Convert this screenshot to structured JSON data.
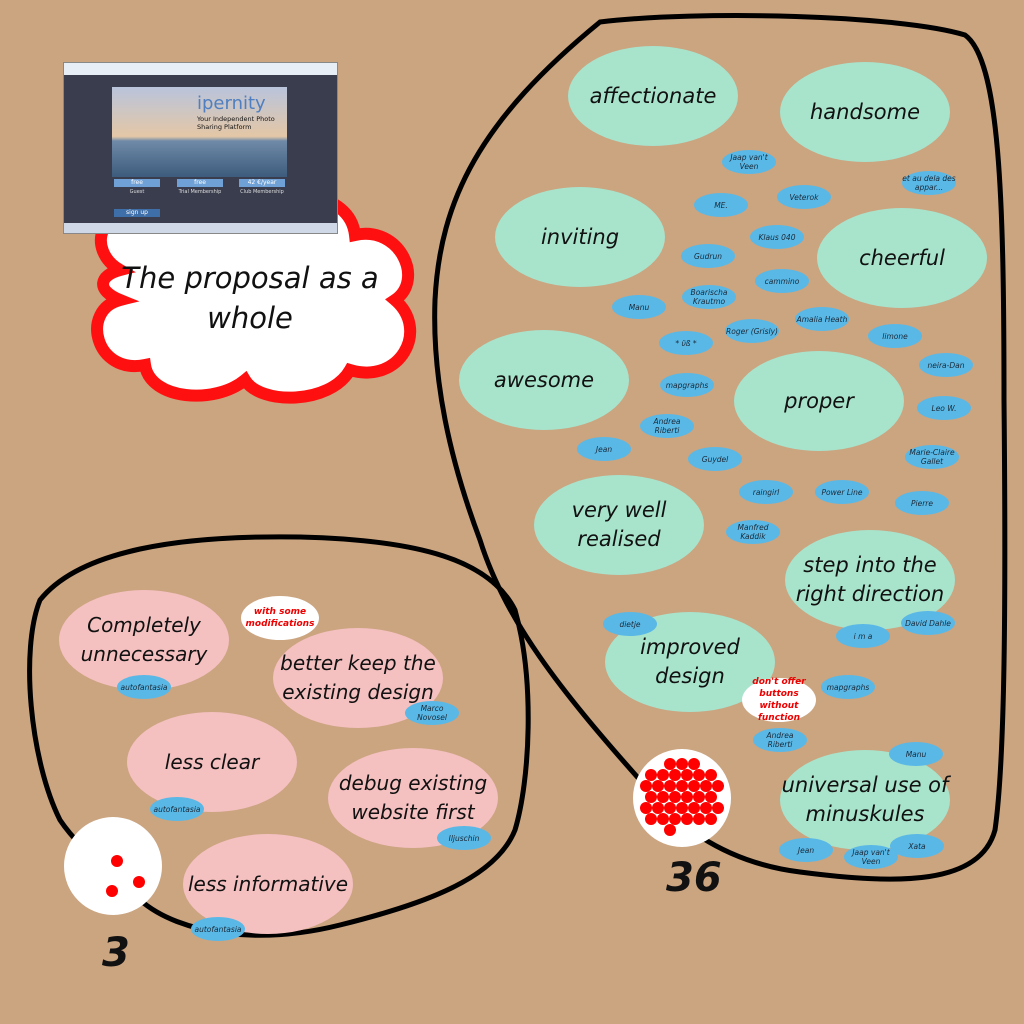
{
  "thumbnail": {
    "logo": "ipernity",
    "tagline": "Your Independent Photo Sharing Platform",
    "plans": [
      {
        "price": "free",
        "name": "Guest"
      },
      {
        "price": "free",
        "name": "Trial Membership"
      },
      {
        "price": "42 €/year",
        "name": "Club Membership"
      }
    ],
    "signup": "sign up"
  },
  "cloud": {
    "title": "The proposal as a whole"
  },
  "positive": {
    "count": "36",
    "opinions": [
      "affectionate",
      "handsome",
      "inviting",
      "cheerful",
      "awesome",
      "proper",
      "very well realised",
      "step into the right direction",
      "improved design",
      "universal use of minuskules"
    ],
    "note": "don't offer buttons without function",
    "users": [
      "Jaap van't Veen",
      "et au dela des appar...",
      "Veterok",
      "ME.",
      "Klaus 040",
      "Gudrun",
      "cammino",
      "Boarischa Krautmo",
      "Manu",
      "Amalia Heath",
      "Roger (Grisly)",
      "limone",
      "* ϋß *",
      "neira-Dan",
      "mapgraphs",
      "Leo W.",
      "Andrea Riberti",
      "Jean",
      "Guydel",
      "Marie-Claire Gallet",
      "raingirl",
      "Power Line",
      "Pierre",
      "Manfred Kaddik",
      "dietje",
      "David Dahle",
      "i m a",
      "mapgraphs",
      "Andrea Riberti",
      "Manu",
      "Jean",
      "Jaap van't Veen",
      "Xata"
    ]
  },
  "negative": {
    "count": "3",
    "opinions": [
      "Completely unnecessary",
      "better keep the existing design",
      "less clear",
      "debug existing website first",
      "less informative"
    ],
    "note": "with some modifications",
    "users": [
      "autofantasia",
      "Marco Novosel",
      "autofantasia",
      "Iljuschin",
      "autofantasia"
    ]
  },
  "colors": {
    "background": "#cba480",
    "positive": "#a8e3cc",
    "negative": "#f4c0c0",
    "user": "#5ab8e6",
    "vote": "#ff0000"
  }
}
